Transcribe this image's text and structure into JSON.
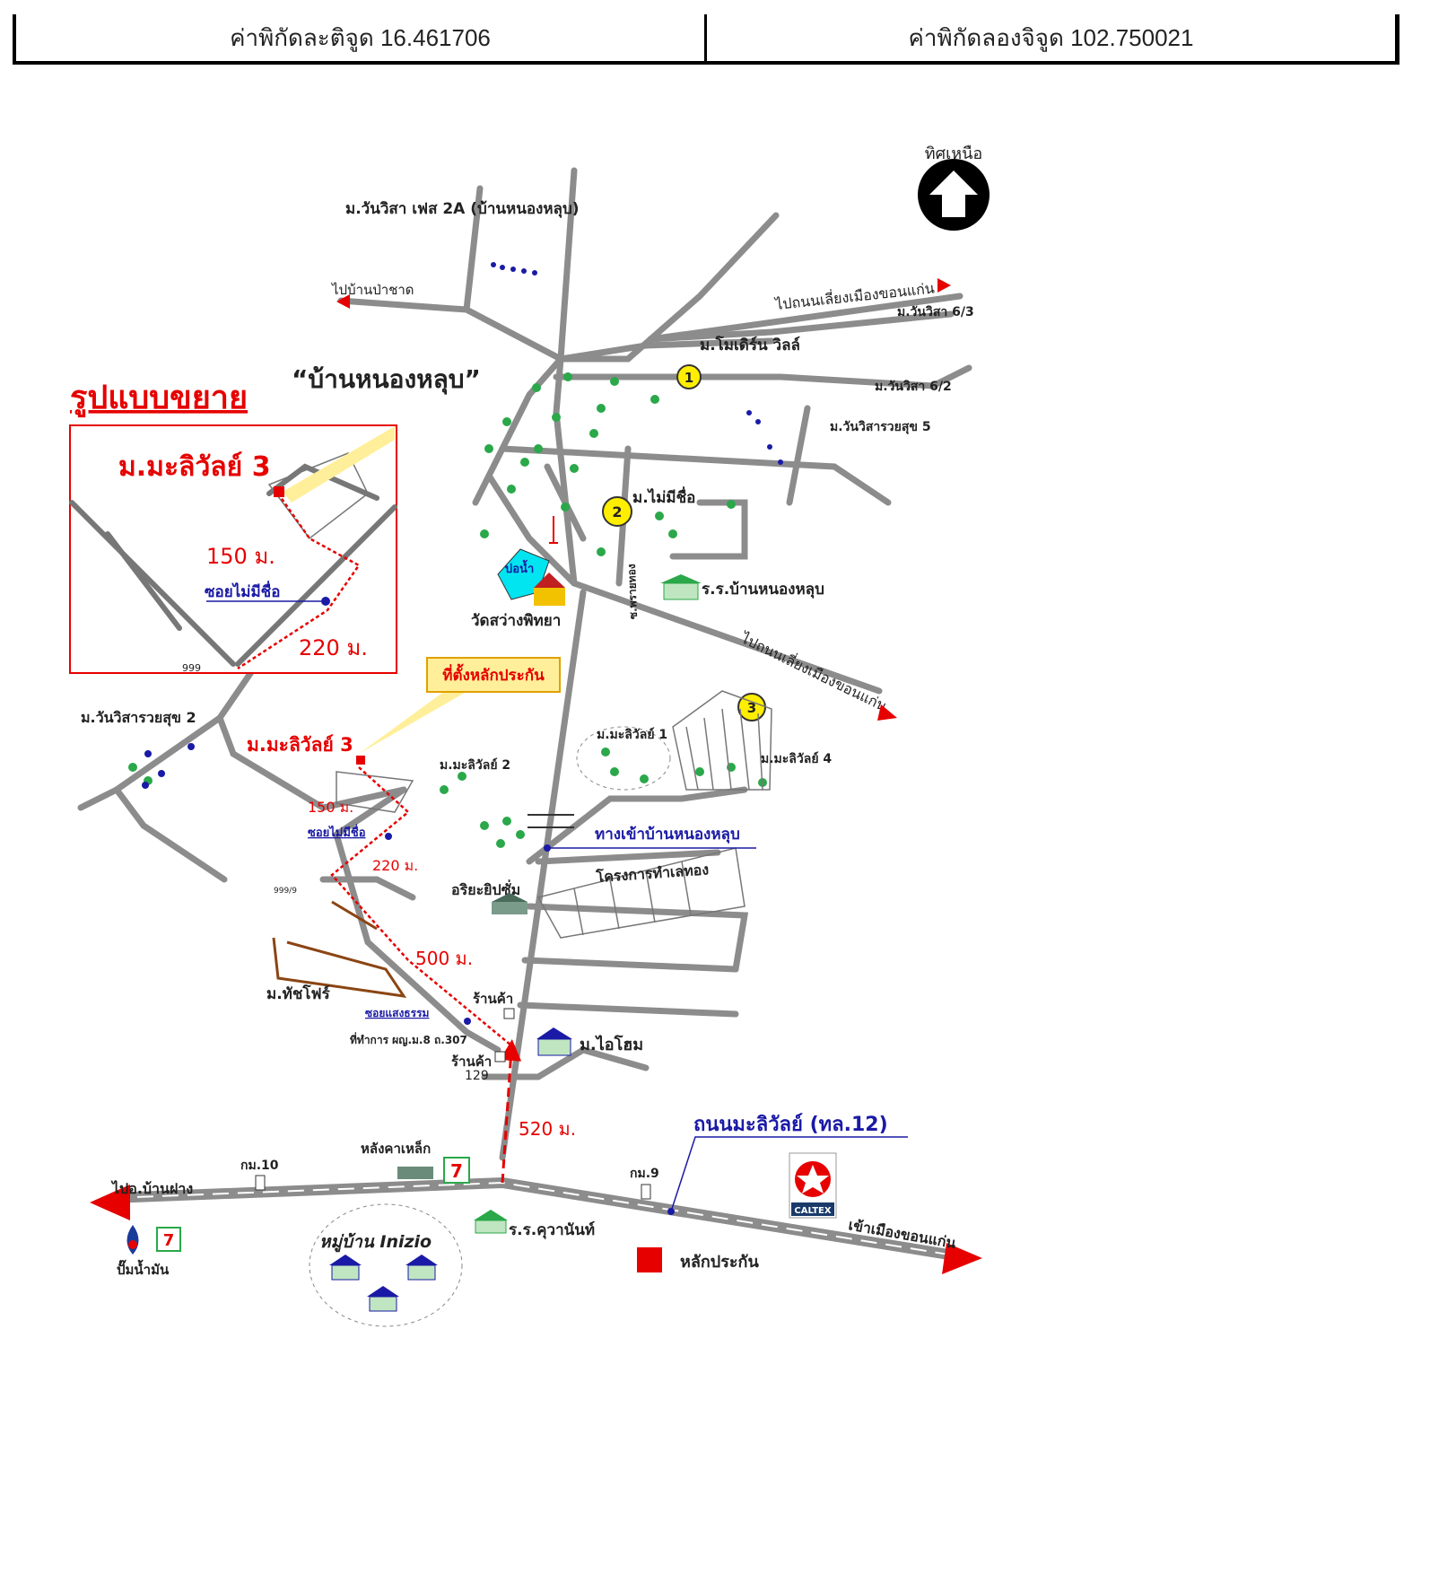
{
  "header": {
    "latitude_label": "ค่าพิกัดละติจูด 16.461706",
    "longitude_label": "ค่าพิกัดลองจิจูด 102.750021"
  },
  "map": {
    "north_label": "ทิศเหนือ",
    "title_village": "“บ้านหนองหลุบ”",
    "enlarged_title": "รูปแบบขยาย",
    "inset": {
      "site_label": "ม.มะลิวัลย์ 3",
      "dist_150": "150 ม.",
      "soi_label": "ซอยไม่มีชื่อ",
      "dist_220": "220 ม.",
      "num_999": "999"
    },
    "labels": {
      "wanwisa_2a": "ม.วันวิสา เฟส 2A (บ้านหนองหลุบ)",
      "to_ban_pachad": "ไปบ้านป่าชาด",
      "to_bypass_top": "ไปถนนเลี่ยงเมืองขอนแก่น",
      "wanwisa_63": "ม.วันวิสา 6/3",
      "modern_villa": "ม.โมเดิร์น วิลล์",
      "wanwisa_62": "ม.วันวิสา 6/2",
      "wanwisa_ruaysuk5": "ม.วันวิสารวยสุข 5",
      "no_name_village": "ม.ไม่มีชื่อ",
      "pond": "บ่อน้ำ",
      "wat": "วัดสว่างพิทยา",
      "school_nonglub": "ร.ร.บ้านหนองหลุบ",
      "soi_praithong": "ซ.พรายทอง",
      "to_bypass_right": "ไปถนนเลี่ยงเมืองขอนแก่น",
      "collateral_site": "ที่ตั้งหลักประกัน",
      "wanwisa_ruaysuk2": "ม.วันวิสารวยสุข 2",
      "malivan3": "ม.มะลิวัลย์ 3",
      "malivan2": "ม.มะลิวัลย์ 2",
      "malivan1": "ม.มะลิวัลย์ 1",
      "malivan4": "ม.มะลิวัลย์ 4",
      "dist_150": "150 ม.",
      "soi_noname": "ซอยไม่มีชื่อ",
      "dist_220": "220 ม.",
      "entrance": "ทางเข้าบ้านหนองหลุบ",
      "gold_project": "โครงการทำเลทอง",
      "ariya_gypsum": "อริยะยิปซั่ม",
      "num_999_9": "999/9",
      "dist_500": "500 ม.",
      "tachphor": "ม.ทัชโฟร์",
      "shop1": "ร้านค้า",
      "soi_saengtham": "ซอยแสงธรรม",
      "office": "ที่ทำการ ผญ.ม.8 ถ.307",
      "i_home": "ม.ไอโฮม",
      "shop2": "ร้านค้า",
      "num_129": "129",
      "dist_520": "520 ม.",
      "road_name": "ถนนมะลิวัลย์ (ทล.12)",
      "steel_roof": "หลังคาเหล็ก",
      "km10": "กม.10",
      "km9": "กม.9",
      "to_ban_fang": "ไปอ.บ้านฝาง",
      "to_khonkaen": "เข้าเมืองขอนแก่น",
      "school_kurawanan": "ร.ร.คุวานันท์",
      "inizio": "หมู่บ้าน Inizio",
      "gas_station": "ปั๊มน้ำมัน",
      "legend_collateral": "หลักประกัน",
      "caltex": "CALTEX",
      "marker1": "1",
      "marker2": "2",
      "marker3": "3"
    },
    "colors": {
      "road": "#8c8c8c",
      "red": "#e60000",
      "blue": "#1a1aa6",
      "yellow_marker": "#ffee00",
      "callout_fill": "#ffef9a",
      "pond": "#00e5f0",
      "house_green": "#2aa84a"
    }
  }
}
